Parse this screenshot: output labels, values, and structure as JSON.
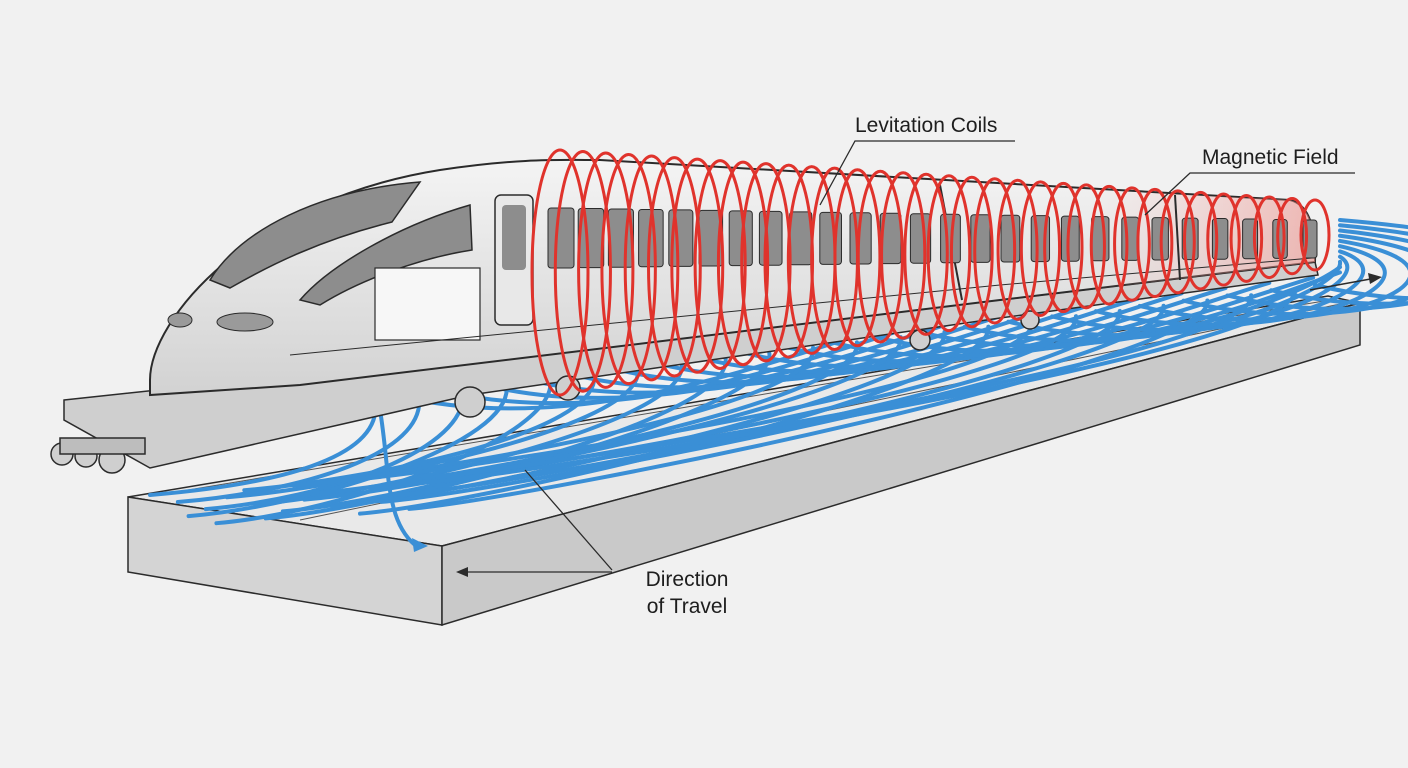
{
  "labels": {
    "levitation_coils": "Levitation Coils",
    "magnetic_field": "Magnetic Field",
    "direction_line1": "Direction",
    "direction_line2": "of Travel"
  },
  "colors": {
    "background": "#f1f1f1",
    "coil_red": "#e0332c",
    "field_blue": "#3a8fd6",
    "train_body": "#e4e4e4",
    "window_dark": "#8a8a8a",
    "guideway": "#d6d6d6",
    "outline": "#2b2b2b"
  }
}
